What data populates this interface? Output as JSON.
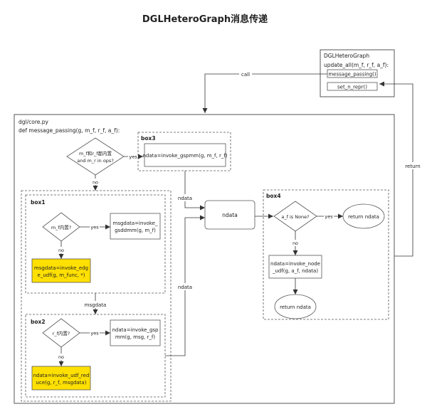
{
  "title": "DGLHeteroGraph消息传递",
  "hetero": {
    "name": "DGLHeteroGraph",
    "method": "update_all(m_f, r_f, a_f):",
    "message_passing": "message_passing()",
    "set_n_repr": "set_n_repr()"
  },
  "core": {
    "file": "dgl/core.py",
    "def": "def message_passing(g, m_f, r_f, a_f):"
  },
  "decision_builtin": [
    "m_f和r_f都内置",
    "and m_r in ops?"
  ],
  "box3": {
    "label": "box3",
    "process": "ndata=invoke_gspmm(g, m_f, r_f)"
  },
  "box1": {
    "label": "box1",
    "decision": "m_f内置?",
    "process_builtin": [
      "msgdata=invoke_",
      "gsddmm(g, m_f)"
    ],
    "process_udf": [
      "msgdata=invoke_edg",
      "e_udf(g, m_func, *)"
    ]
  },
  "box2": {
    "label": "box2",
    "decision": "r_f内置?",
    "process_builtin": [
      "ndata=invoke_gsp",
      "mm(g, msg, r_f)"
    ],
    "process_udf": [
      "ndata=invoke_udf_red",
      "uce(g, r_f, msgdata)"
    ]
  },
  "ndata_node": "ndata",
  "box4": {
    "label": "box4",
    "decision": "a_f is None?",
    "return_yes": "return ndata",
    "process": [
      "ndata=invoke_node",
      "_udf(g, a_f, ndata)"
    ],
    "return_end": "return ndata"
  },
  "edges": {
    "call": "call",
    "return": "return",
    "yes": "yes",
    "no": "no",
    "ndata": "ndata",
    "msgdata": "msgdata"
  },
  "colors": {
    "highlight": "#ffe000",
    "line": "#333333",
    "border": "#555555"
  }
}
